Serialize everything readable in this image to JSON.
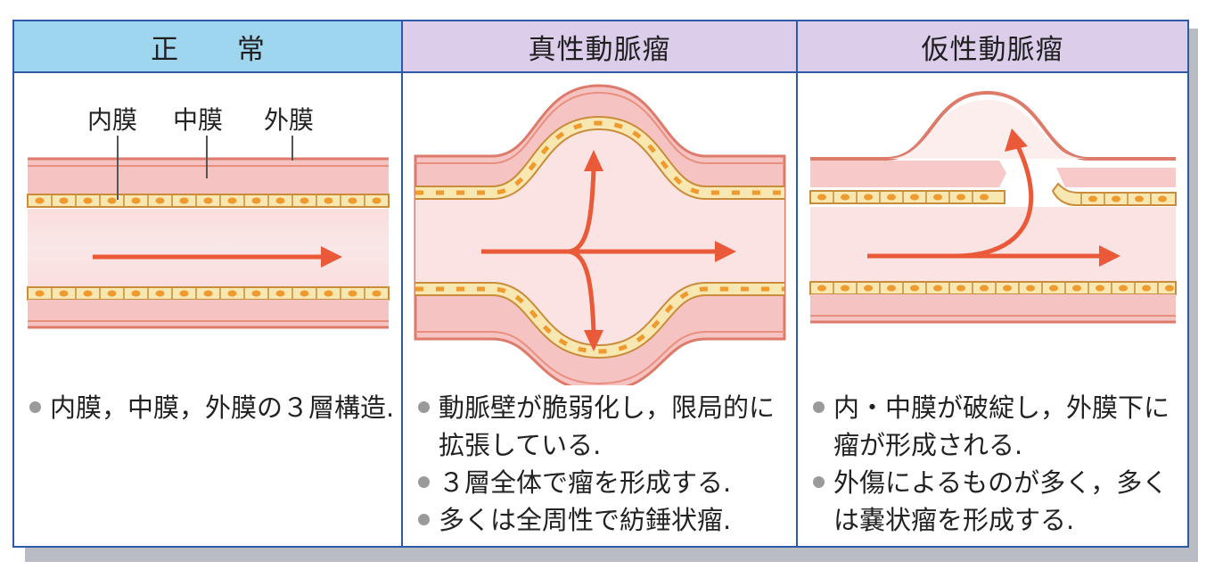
{
  "panels": [
    {
      "title": "正 常",
      "labels": [
        "内膜",
        "中膜",
        "外膜"
      ],
      "bullets": [
        "内膜，中膜，外膜の３層構造."
      ]
    },
    {
      "title": "真性動脈瘤",
      "bullets": [
        "動脈壁が脆弱化し，限局的に拡張している.",
        "３層全体で瘤を形成する.",
        "多くは全周性で紡錘状瘤."
      ]
    },
    {
      "title": "仮性動脈瘤",
      "bullets": [
        "内・中膜が破綻し，外膜下に瘤が形成される.",
        "外傷によるものが多く，多くは嚢状瘤を形成する."
      ]
    }
  ],
  "colors": {
    "border": "#2d5aa8",
    "header_normal": "#9ed6ef",
    "header_aneurysm": "#dccdeb",
    "vessel_pink": "#f7c6c6",
    "intima_cell": "#f8e7b0",
    "nucleus": "#ef9a2f",
    "arrow": "#ea5a38"
  },
  "icons": [
    "bullet-dot-icon",
    "flow-arrow-icon"
  ]
}
